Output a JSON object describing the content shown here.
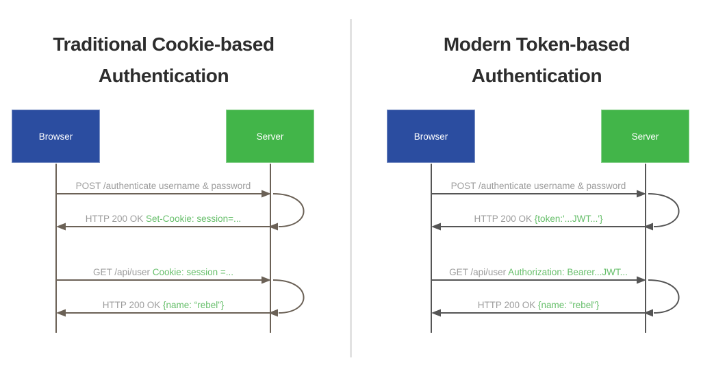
{
  "colors": {
    "background": "#ffffff",
    "divider": "#e2e2e2",
    "title_text": "#2d2d2d",
    "gray_text": "#9c9c9c",
    "green_text": "#67bf6b",
    "browser_box": "#2b4da0",
    "server_box": "#42b549",
    "actor_label": "#ffffff",
    "left_stroke": "#6b6156",
    "right_stroke": "#555555"
  },
  "panels": [
    {
      "title_line1": "Traditional Cookie-based",
      "title_line2": "Authentication",
      "actors": {
        "browser": "Browser",
        "server": "Server"
      },
      "messages": [
        {
          "plain": "POST /authenticate username & password",
          "green": ""
        },
        {
          "plain": "HTTP 200 OK ",
          "green": "Set-Cookie: session=..."
        },
        {
          "plain": "GET /api/user ",
          "green": "Cookie: session =..."
        },
        {
          "plain": "HTTP 200 OK ",
          "green": "{name: “rebel”}"
        }
      ]
    },
    {
      "title_line1": "Modern Token-based",
      "title_line2": "Authentication",
      "actors": {
        "browser": "Browser",
        "server": "Server"
      },
      "messages": [
        {
          "plain": "POST /authenticate username & password",
          "green": ""
        },
        {
          "plain": "HTTP 200 OK ",
          "green": "{token:'...JWT...'}"
        },
        {
          "plain": "GET /api/user ",
          "green": "Authorization: Bearer...JWT..."
        },
        {
          "plain": "HTTP 200 OK ",
          "green": "{name: “rebel”}"
        }
      ]
    }
  ]
}
